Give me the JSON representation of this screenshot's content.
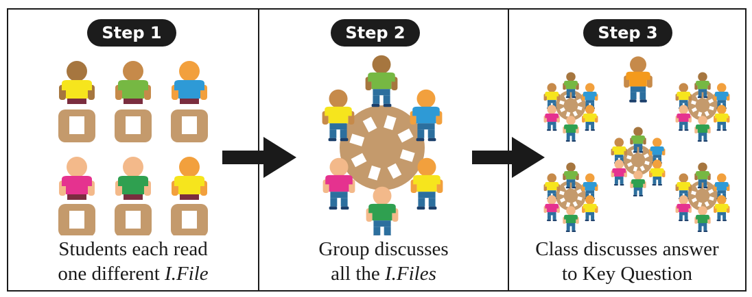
{
  "steps": [
    {
      "label": "Step 1",
      "caption_line1": "Students each read",
      "caption_line2_plain": "one different ",
      "caption_line2_italic": "I.File"
    },
    {
      "label": "Step 2",
      "caption_line1": "Group discusses",
      "caption_line2_plain": "all the ",
      "caption_line2_italic": "I.Files"
    },
    {
      "label": "Step 3",
      "caption_line1": "Class discusses answer",
      "caption_line2_plain": "to Key Question",
      "caption_line2_italic": ""
    }
  ],
  "colors": {
    "table": "#c49a6c",
    "table_dark": "#a97f52",
    "skin_dark": "#a6763f",
    "skin_mid": "#c68a4a",
    "skin_light": "#f3b98a",
    "skin_orange": "#f2a03d",
    "shirt_yellow": "#f6e51d",
    "shirt_green": "#76b843",
    "shirt_blue": "#2e9ad6",
    "shirt_pink": "#e5328f",
    "shirt_darkgreen": "#2fa050",
    "shirt_orange": "#f49a1c",
    "pants": "#2c6f9e",
    "pants_dark": "#1b3f6b",
    "arrow": "#1a1a1a"
  }
}
